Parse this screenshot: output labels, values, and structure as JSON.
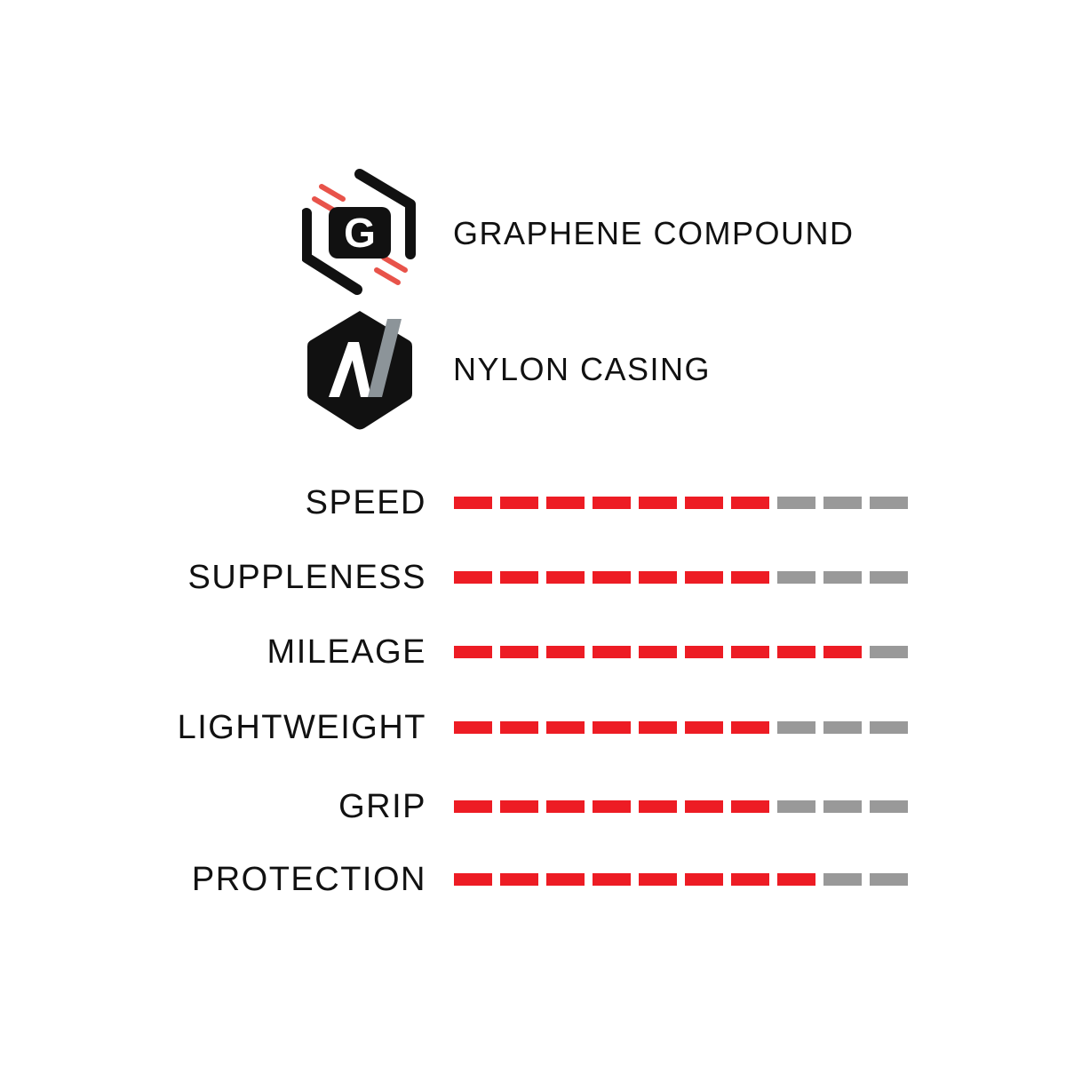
{
  "badges": [
    {
      "id": "graphene",
      "icon": "graphene-g-hexagon-icon",
      "icon_letter": "G",
      "label": "GRAPHENE COMPOUND"
    },
    {
      "id": "nylon",
      "icon": "nylon-n-hexagon-icon",
      "icon_letter": "N",
      "label": "NYLON CASING"
    }
  ],
  "ratings": {
    "scale_max": 10,
    "items": [
      {
        "label": "SPEED",
        "value": 7
      },
      {
        "label": "SUPPLENESS",
        "value": 7
      },
      {
        "label": "MILEAGE",
        "value": 9
      },
      {
        "label": "LIGHTWEIGHT",
        "value": 7
      },
      {
        "label": "GRIP",
        "value": 7
      },
      {
        "label": "PROTECTION",
        "value": 8
      }
    ]
  },
  "colors": {
    "filled": "#ed1c24",
    "empty": "#999999",
    "icon_dark": "#111111",
    "icon_accent_red": "#e8534a",
    "icon_accent_gray": "#8c9499",
    "text": "#111111"
  }
}
